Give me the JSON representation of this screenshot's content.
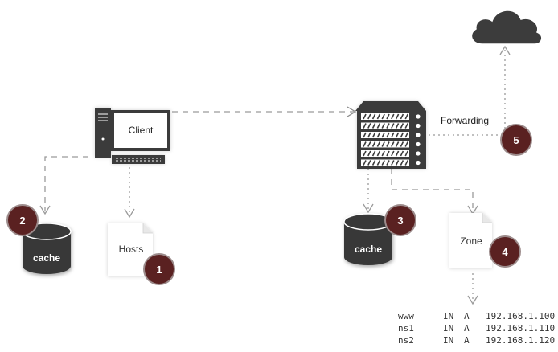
{
  "client": {
    "label": "Client"
  },
  "forwarding": {
    "label": "Forwarding"
  },
  "client_cache": {
    "label": "cache"
  },
  "server_cache": {
    "label": "cache"
  },
  "hosts": {
    "label": "Hosts"
  },
  "zone": {
    "label": "Zone"
  },
  "badges": [
    "1",
    "2",
    "3",
    "4",
    "5"
  ],
  "zone_records": [
    {
      "name": "www",
      "class": "IN",
      "type": "A",
      "address": "192.168.1.100"
    },
    {
      "name": "ns1",
      "class": "IN",
      "type": "A",
      "address": "192.168.1.110"
    },
    {
      "name": "ns2",
      "class": "IN",
      "type": "A",
      "address": "192.168.1.120"
    }
  ],
  "colors": {
    "badge_fill": "#5a2121",
    "badge_ring": "#9c8b8b",
    "device_dark": "#3a3a3a",
    "line": "#9a9a9a"
  }
}
